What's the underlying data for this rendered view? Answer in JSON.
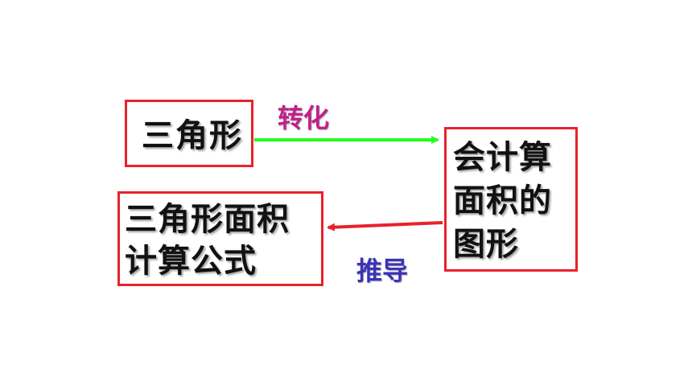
{
  "nodes": {
    "triangle": {
      "text": "三角形"
    },
    "known_shape": {
      "lines": [
        "会计算",
        "面积的",
        "图形"
      ]
    },
    "formula": {
      "lines": [
        "三角形面积",
        "计算公式"
      ]
    }
  },
  "edges": {
    "transform": {
      "label": "转化",
      "color": "#22ff22",
      "label_color": "#c0208a"
    },
    "derive": {
      "label": "推导",
      "color": "#e8222a",
      "label_color": "#3a33b8"
    }
  },
  "colors": {
    "box_border": "#e8222a",
    "text": "#111111"
  }
}
